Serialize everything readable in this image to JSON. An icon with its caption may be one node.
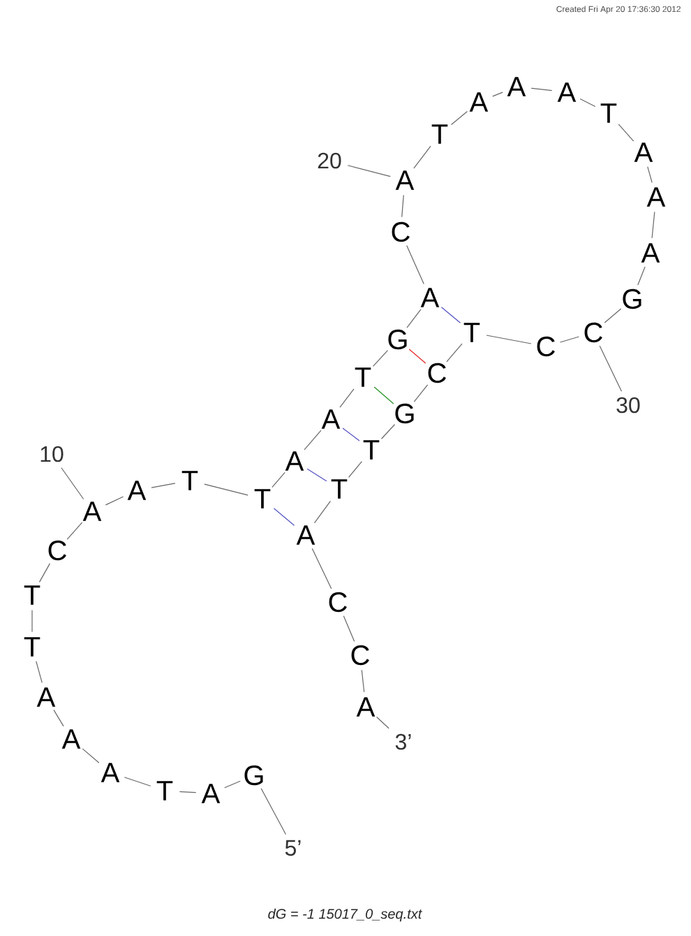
{
  "diagram": {
    "caption": "dG = -1 15017_0_seq.txt",
    "labels": [
      "Created Fri Apr 20 17:36:30 2012"
    ],
    "nodes": [
      {
        "text": [
          "G"
        ]
      },
      {
        "text": [
          "A"
        ]
      },
      {
        "text": [
          "T"
        ]
      },
      {
        "text": [
          "A"
        ]
      },
      {
        "text": [
          "A"
        ]
      },
      {
        "text": [
          "A"
        ]
      },
      {
        "text": [
          "T"
        ]
      },
      {
        "text": [
          "T"
        ]
      },
      {
        "text": [
          "C"
        ]
      },
      {
        "text": [
          "A"
        ]
      },
      {
        "text": [
          "A"
        ]
      },
      {
        "text": [
          "T"
        ]
      },
      {
        "text": [
          "T"
        ]
      },
      {
        "text": [
          "A"
        ]
      },
      {
        "text": [
          "A"
        ]
      },
      {
        "text": [
          "T"
        ]
      },
      {
        "text": [
          "G"
        ]
      },
      {
        "text": [
          "A"
        ]
      },
      {
        "text": [
          "C"
        ]
      },
      {
        "text": [
          "A"
        ]
      },
      {
        "text": [
          "T"
        ]
      },
      {
        "text": [
          "A"
        ]
      },
      {
        "text": [
          "A"
        ]
      },
      {
        "text": [
          "A"
        ]
      },
      {
        "text": [
          "T"
        ]
      },
      {
        "text": [
          "A"
        ]
      },
      {
        "text": [
          "A"
        ]
      },
      {
        "text": [
          "A"
        ]
      },
      {
        "text": [
          "G"
        ]
      },
      {
        "text": [
          "C"
        ]
      },
      {
        "text": [
          "C"
        ]
      },
      {
        "text": [
          "T"
        ]
      },
      {
        "text": [
          "C"
        ]
      },
      {
        "text": [
          "G"
        ]
      },
      {
        "text": [
          "T"
        ]
      },
      {
        "text": [
          "T"
        ]
      },
      {
        "text": [
          "A"
        ]
      },
      {
        "text": [
          "C"
        ]
      },
      {
        "text": [
          "C"
        ]
      },
      {
        "text": [
          "A"
        ]
      },
      {
        "text": [
          "5’"
        ]
      },
      {
        "text": [
          "3’"
        ]
      },
      {
        "text": [
          "10"
        ]
      },
      {
        "text": [
          "20"
        ]
      },
      {
        "text": [
          "30"
        ]
      }
    ],
    "edges": [
      {
        "from": 0,
        "to": 1,
        "arrow": "none"
      },
      {
        "from": 1,
        "to": 2,
        "arrow": "none"
      },
      {
        "from": 2,
        "to": 3,
        "arrow": "none"
      },
      {
        "from": 3,
        "to": 4,
        "arrow": "none"
      },
      {
        "from": 4,
        "to": 5,
        "arrow": "none"
      },
      {
        "from": 5,
        "to": 6,
        "arrow": "none"
      },
      {
        "from": 6,
        "to": 7,
        "arrow": "none"
      },
      {
        "from": 7,
        "to": 8,
        "arrow": "none"
      },
      {
        "from": 8,
        "to": 9,
        "arrow": "none"
      },
      {
        "from": 9,
        "to": 10,
        "arrow": "none"
      },
      {
        "from": 10,
        "to": 11,
        "arrow": "none"
      },
      {
        "from": 11,
        "to": 12,
        "arrow": "none"
      },
      {
        "from": 12,
        "to": 13,
        "arrow": "none"
      },
      {
        "from": 13,
        "to": 14,
        "arrow": "none"
      },
      {
        "from": 14,
        "to": 15,
        "arrow": "none"
      },
      {
        "from": 15,
        "to": 16,
        "arrow": "none"
      },
      {
        "from": 16,
        "to": 17,
        "arrow": "none"
      },
      {
        "from": 17,
        "to": 18,
        "arrow": "none"
      },
      {
        "from": 18,
        "to": 19,
        "arrow": "none"
      },
      {
        "from": 19,
        "to": 20,
        "arrow": "none"
      },
      {
        "from": 20,
        "to": 21,
        "arrow": "none"
      },
      {
        "from": 21,
        "to": 22,
        "arrow": "none"
      },
      {
        "from": 22,
        "to": 23,
        "arrow": "none"
      },
      {
        "from": 23,
        "to": 24,
        "arrow": "none"
      },
      {
        "from": 24,
        "to": 25,
        "arrow": "none"
      },
      {
        "from": 25,
        "to": 26,
        "arrow": "none"
      },
      {
        "from": 26,
        "to": 27,
        "arrow": "none"
      },
      {
        "from": 27,
        "to": 28,
        "arrow": "none"
      },
      {
        "from": 28,
        "to": 29,
        "arrow": "none"
      },
      {
        "from": 29,
        "to": 30,
        "arrow": "none"
      },
      {
        "from": 30,
        "to": 31,
        "arrow": "none"
      },
      {
        "from": 31,
        "to": 32,
        "arrow": "none"
      },
      {
        "from": 32,
        "to": 33,
        "arrow": "none"
      },
      {
        "from": 33,
        "to": 34,
        "arrow": "none"
      },
      {
        "from": 34,
        "to": 35,
        "arrow": "none"
      },
      {
        "from": 35,
        "to": 36,
        "arrow": "none"
      },
      {
        "from": 36,
        "to": 37,
        "arrow": "none"
      },
      {
        "from": 37,
        "to": 38,
        "arrow": "none"
      },
      {
        "from": 38,
        "to": 39,
        "arrow": "none"
      },
      {
        "from": 17,
        "to": 31,
        "arrow": "none",
        "color": "#5050c0"
      },
      {
        "from": 16,
        "to": 32,
        "arrow": "none",
        "color": "#e02020"
      },
      {
        "from": 15,
        "to": 33,
        "arrow": "none",
        "color": "#209020"
      },
      {
        "from": 14,
        "to": 34,
        "arrow": "none",
        "color": "#5050c0"
      },
      {
        "from": 13,
        "to": 35,
        "arrow": "none",
        "color": "#5050c0"
      },
      {
        "from": 12,
        "to": 36,
        "arrow": "none",
        "color": "#5050c0"
      },
      {
        "from": 40,
        "to": 0,
        "arrow": "none"
      },
      {
        "from": 41,
        "to": 39,
        "arrow": "none"
      },
      {
        "from": 42,
        "to": 9,
        "arrow": "none"
      },
      {
        "from": 43,
        "to": 19,
        "arrow": "none"
      },
      {
        "from": 44,
        "to": 29,
        "arrow": "none"
      }
    ]
  }
}
